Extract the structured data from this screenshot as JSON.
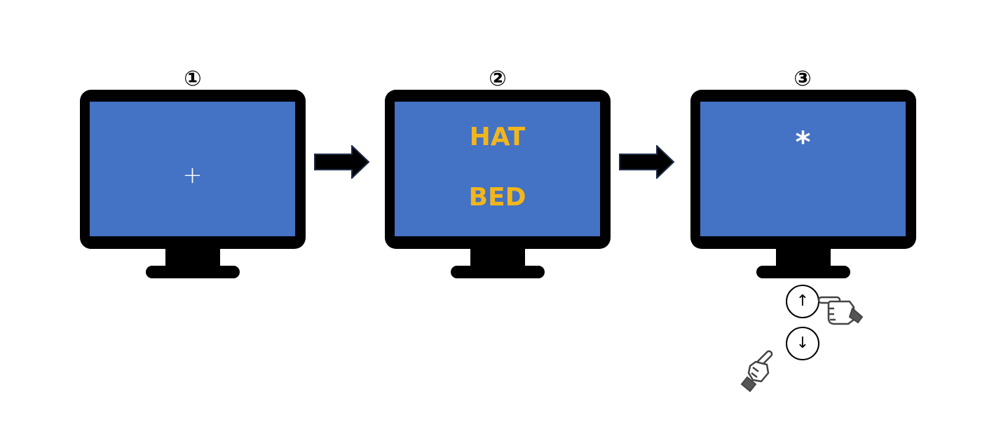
{
  "steps": [
    {
      "number": "①",
      "display": "+"
    },
    {
      "number": "②",
      "words": [
        "HAT",
        "BED"
      ]
    },
    {
      "number": "③",
      "display": "*"
    }
  ],
  "response_keys": {
    "up": "↑",
    "down": "↓"
  },
  "icons": [
    "arrow-right-icon",
    "arrow-right-icon",
    "pointing-hand-icon",
    "pointing-hand-icon"
  ],
  "colors": {
    "screen": "#4472c4",
    "frame": "#000000",
    "word": "#f2b61c",
    "symbol": "#ffffff",
    "hand": "#555555"
  }
}
